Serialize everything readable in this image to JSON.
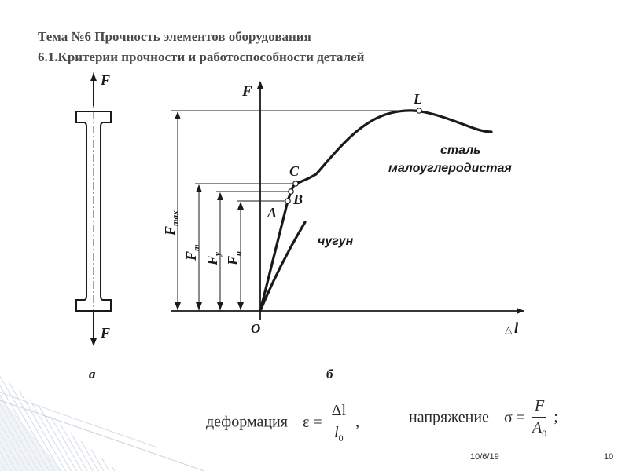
{
  "header": {
    "line1": "Тема №6 Прочность элементов оборудования",
    "line2": "6.1.Критерии прочности и работоспособности деталей"
  },
  "specimen": {
    "force_top": "F",
    "force_bottom": "F",
    "caption": "а"
  },
  "graph": {
    "caption": "б",
    "y_axis_label": "F",
    "x_axis_delta": "△",
    "x_axis_var": "l",
    "origin_label": "O",
    "points": {
      "L": "L",
      "C": "C",
      "B": "B",
      "A": "A"
    },
    "curve_steel_line1": "сталь",
    "curve_steel_line2": "малоуглеродистая",
    "curve_iron": "чугун",
    "dims": {
      "fmax": {
        "main": "F",
        "sub": "max"
      },
      "ft": {
        "main": "F",
        "sub": "т"
      },
      "fy": {
        "main": "F",
        "sub": "у"
      },
      "fp": {
        "main": "F",
        "sub": "п"
      }
    }
  },
  "formulas": {
    "deformation_word": "деформация",
    "epsilon": "ε =",
    "eps_num": "Δl",
    "eps_den_main": "l",
    "eps_den_sub": "0",
    "eps_tail": ",",
    "stress_word": "напряжение",
    "sigma": "σ =",
    "sig_num": "F",
    "sig_den_main": "A",
    "sig_den_sub": "0",
    "sig_tail": ";"
  },
  "footer": {
    "date": "10/6/19",
    "slide_number": "10"
  },
  "colors": {
    "title": "#4a4a4a",
    "ink": "#1a1a1a",
    "stripe": "#c9d3e0"
  }
}
